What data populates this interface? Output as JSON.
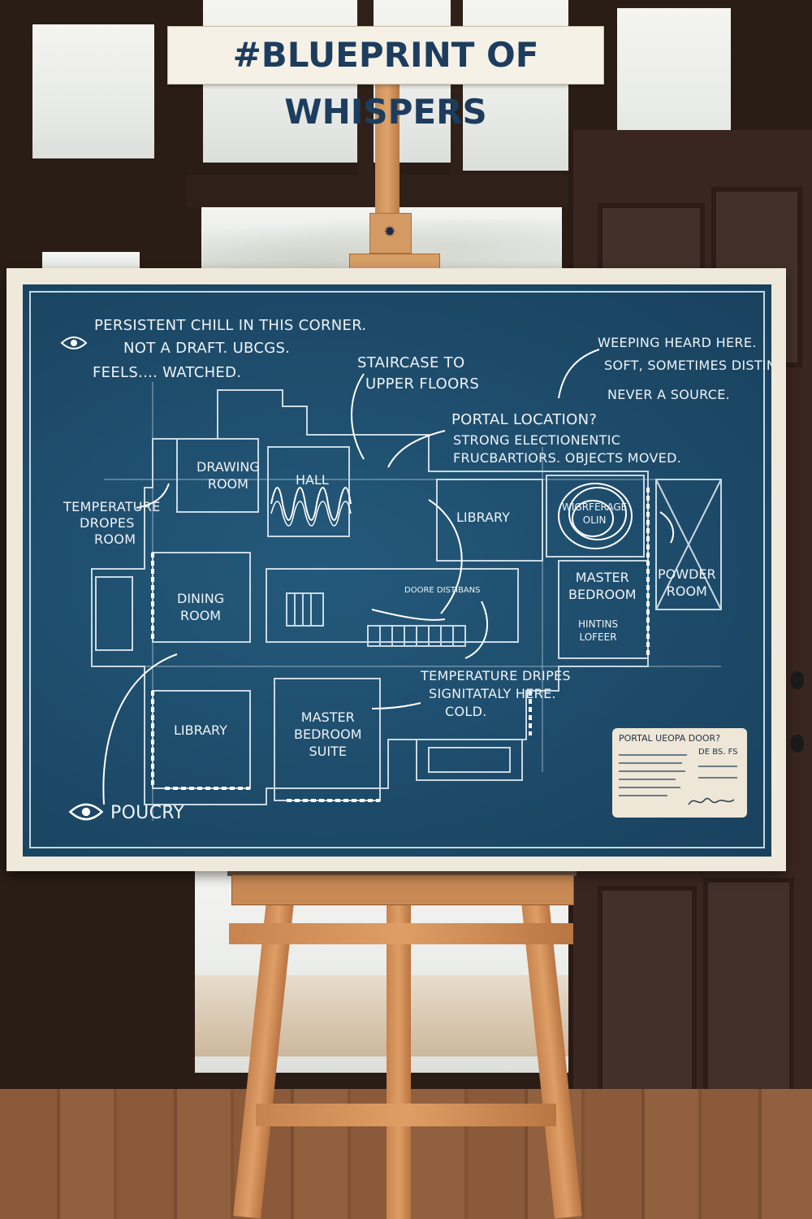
{
  "sign": {
    "text": "#BLUEPRINT OF WHISPERS"
  },
  "notes": {
    "chill": [
      "PERSISTENT CHILL IN THIS CORNER.",
      "NOT A DRAFT. UBCGS.",
      "FEELS.... WATCHED."
    ],
    "staircase": [
      "STAIRCASE TO",
      "UPPER FLOORS"
    ],
    "weeping": [
      "WEEPING HEARD HERE.",
      "SOFT, SOMETIMES DISTINCT.",
      "NEVER A SOURCE."
    ],
    "portal": [
      "PORTAL LOCATION?",
      "STRONG ELECTIONENTIC",
      "FRUCBARTIORS. OBJECTS MOVED."
    ],
    "temperature_left": [
      "TEMPERATURE",
      "DROPES",
      "ROOM"
    ],
    "temperature_mid": [
      "TEMPERATURE DRIPES",
      "SIGNITATALY HERE.",
      "COLD."
    ],
    "bottom_label": "POUCRY"
  },
  "rooms": {
    "drawing_room": [
      "DRAWING",
      "ROOM"
    ],
    "hall": [
      "HALL"
    ],
    "library_top": [
      "LIBRARY"
    ],
    "vortex": [
      "WIGRFERAGE",
      "OLIN"
    ],
    "powder_room": [
      "POWDER",
      "ROOM"
    ],
    "dining_room": [
      "DINING",
      "ROOM"
    ],
    "master_bedroom_right": [
      "MASTER",
      "BEDROOM"
    ],
    "master_bedroom_right_sub": [
      "HINTINS",
      "LOFEER"
    ],
    "corridor": "DOORE DISTIBANS",
    "library_bottom": [
      "LIBRARY"
    ],
    "master_suite": [
      "MASTER",
      "BEDROOM",
      "SUITE"
    ]
  },
  "card": {
    "title": "PORTAL UEOPA DOOR?",
    "side_text": "DE BS. FS"
  },
  "colors": {
    "blueprint": "#1e4d6c",
    "ink": "#eef3f6",
    "sign_text": "#1d3d5e",
    "wood": "#d49a63"
  },
  "icons": [
    "eye-icon",
    "star-clamp-icon"
  ]
}
